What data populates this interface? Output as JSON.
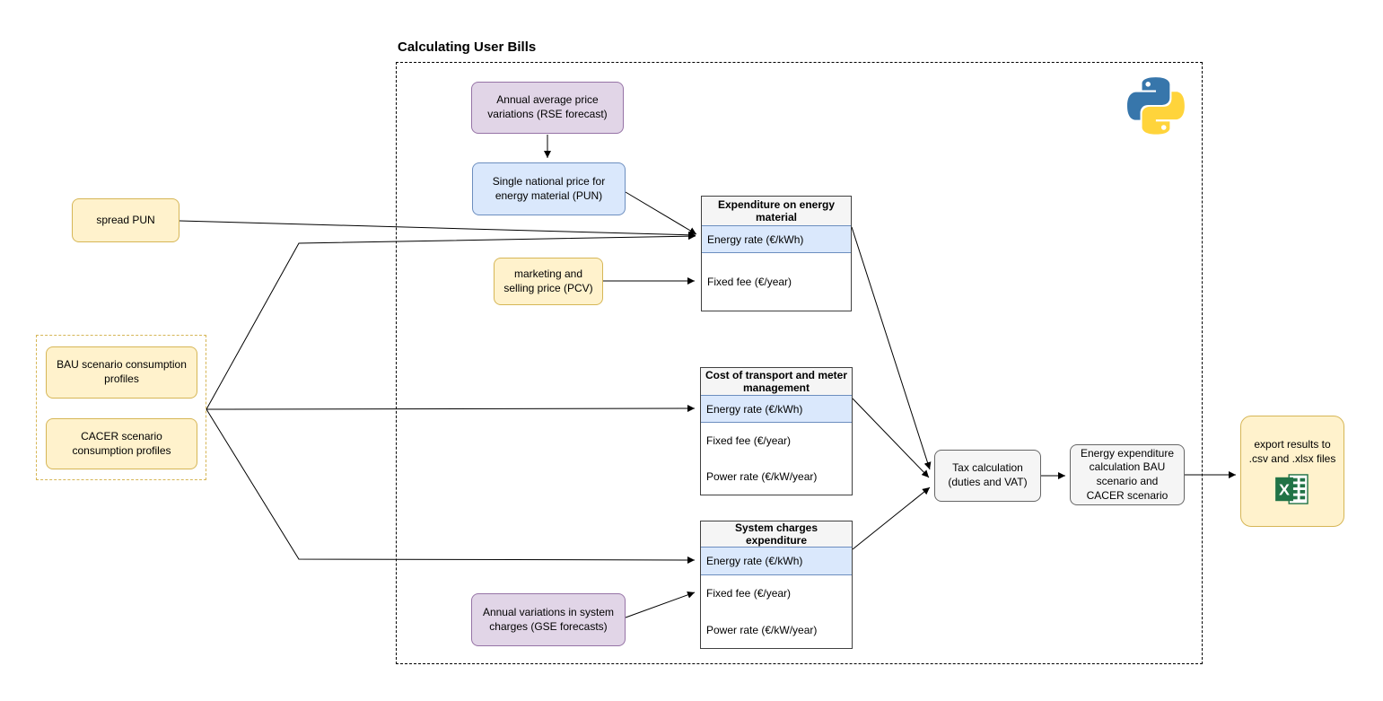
{
  "title": "Calculating User Bills",
  "colors": {
    "yellow_fill": "#FFF2CC",
    "yellow_stroke": "#D6B656",
    "purple_fill": "#E1D5E7",
    "purple_stroke": "#9673A6",
    "blue_fill": "#DAE8FC",
    "blue_stroke": "#6C8EBF",
    "gray_fill": "#F5F5F5",
    "gray_stroke": "#666666",
    "table_border": "#404040",
    "boundary_dash": "#000000",
    "arrow": "#000000",
    "python_blue": "#3776AB",
    "python_yellow": "#FFD43B",
    "excel_green": "#217346"
  },
  "nodes": {
    "rse": {
      "label": "Annual average price variations (RSE forecast)"
    },
    "pun": {
      "label": "Single national price for energy material (PUN)"
    },
    "spread_pun": {
      "label": "spread PUN"
    },
    "bau": {
      "label": "BAU scenario consumption profiles"
    },
    "cacer": {
      "label": "CACER scenario consumption profiles"
    },
    "pcv": {
      "label": "marketing and selling price (PCV)"
    },
    "gse": {
      "label": "Annual variations in system charges (GSE forecasts)"
    },
    "tax": {
      "label": "Tax calculation (duties and VAT)"
    },
    "energy_calc": {
      "label": "Energy expenditure calculation BAU scenario and CACER scenario"
    },
    "export": {
      "label": "export results to .csv and .xlsx files"
    }
  },
  "tables": [
    {
      "header": "Expenditure on energy material",
      "rows": [
        {
          "label": "Energy rate (€/kWh)",
          "highlighted": true
        },
        {
          "label": "Fixed fee (€/year)",
          "highlighted": false
        }
      ]
    },
    {
      "header": "Cost of transport and meter management",
      "rows": [
        {
          "label": "Energy rate (€/kWh)",
          "highlighted": true
        },
        {
          "label": "Fixed fee (€/year)",
          "highlighted": false
        },
        {
          "label": "Power rate (€/kW/year)",
          "highlighted": false
        }
      ]
    },
    {
      "header": "System charges expenditure",
      "rows": [
        {
          "label": "Energy rate (€/kWh)",
          "highlighted": true
        },
        {
          "label": "Fixed fee (€/year)",
          "highlighted": false
        },
        {
          "label": "Power rate (€/kW/year)",
          "highlighted": false
        }
      ]
    }
  ],
  "icons": {
    "python": "python-logo",
    "excel": "excel-icon"
  }
}
